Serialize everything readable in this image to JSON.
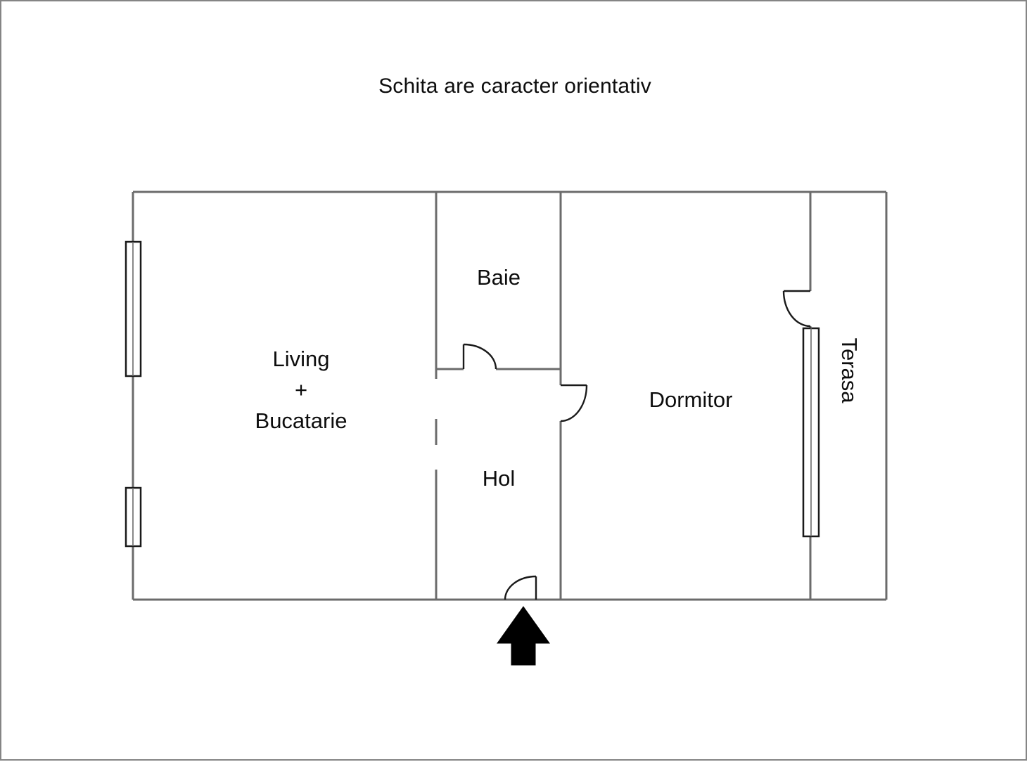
{
  "document": {
    "title": "Schita are caracter orientativ",
    "type": "floor-plan",
    "language": "ro"
  },
  "colors": {
    "wall": "#3a3a3a",
    "outer_wall": "#6b6b6b",
    "text": "#0d0d0d",
    "background": "#ffffff",
    "page_border": "#858585",
    "entrance_arrow": "#000000"
  },
  "rooms": [
    {
      "id": "living-bucatarie",
      "label_line1": "Living",
      "label_line2": "+",
      "label_line3": "Bucatarie"
    },
    {
      "id": "baie",
      "label": "Baie"
    },
    {
      "id": "hol",
      "label": "Hol"
    },
    {
      "id": "dormitor",
      "label": "Dormitor"
    },
    {
      "id": "terasa",
      "label": "Terasa",
      "rotation_deg": 90
    }
  ],
  "features": {
    "windows": [
      {
        "id": "living-window-upper",
        "wall": "left"
      },
      {
        "id": "living-window-lower",
        "wall": "left"
      },
      {
        "id": "terasa-glazing",
        "wall": "terasa-divider"
      }
    ],
    "doors": [
      {
        "id": "baie-door",
        "between": "Baie / Hol"
      },
      {
        "id": "dormitor-door",
        "between": "Hol / Dormitor"
      },
      {
        "id": "terasa-door",
        "between": "Dormitor / Terasa"
      },
      {
        "id": "entrance-door",
        "between": "Exterior / Hol"
      }
    ],
    "entrance_marker": {
      "id": "entrance-arrow",
      "icon": "arrow-up-icon",
      "direction": "up"
    }
  }
}
